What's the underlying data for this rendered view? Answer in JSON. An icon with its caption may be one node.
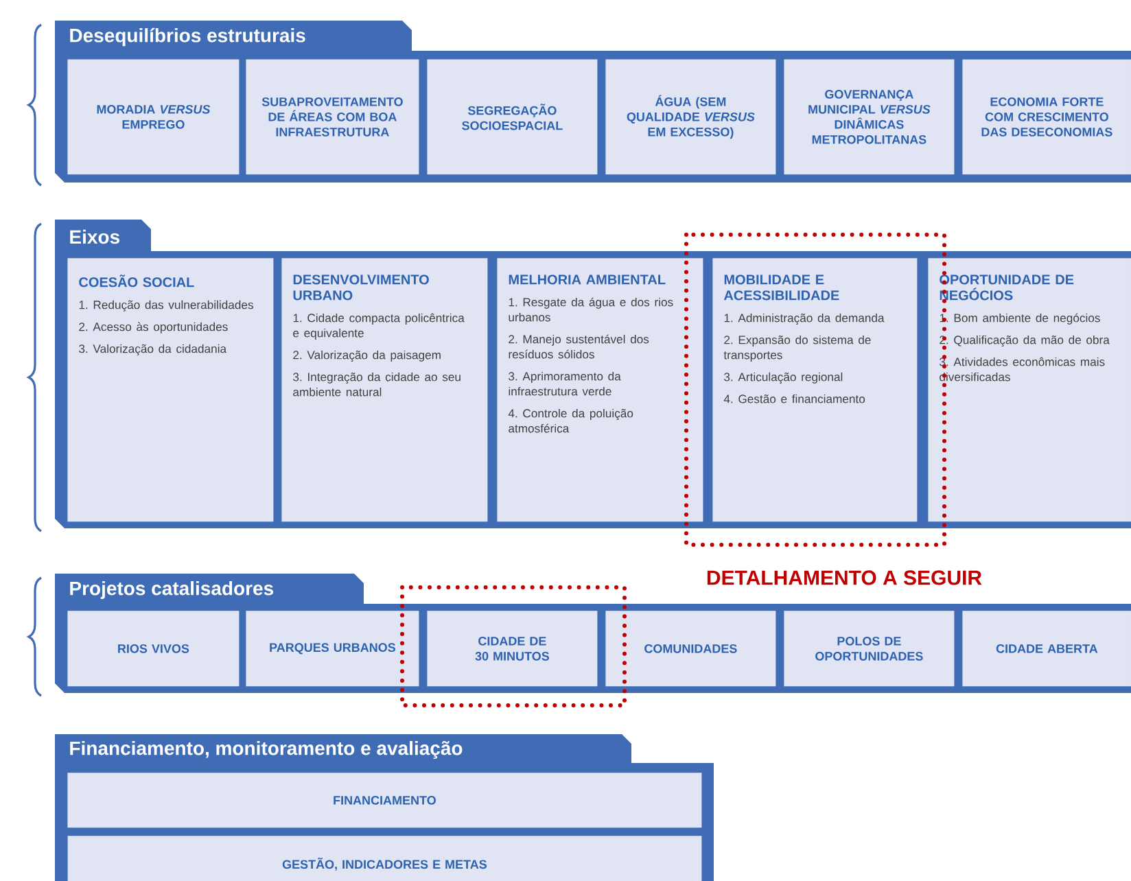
{
  "diagram": {
    "nodes": [
      {
        "text": [
          "Desequilíbrios estruturais"
        ]
      },
      {
        "text": [
          "MORADIA *VERSUS* EMPREGO"
        ],
        "in": 0
      },
      {
        "text": [
          "SUBAPROVEITAMENTO DE ÁREAS COM BOA INFRAESTRUTURA"
        ],
        "in": 0
      },
      {
        "text": [
          "SEGREGAÇÃO SOCIOESPACIAL"
        ],
        "in": 0
      },
      {
        "text": [
          "ÁGUA (SEM QUALIDADE *VERSUS* EM EXCESSO)"
        ],
        "in": 0
      },
      {
        "text": [
          "GOVERNANÇA MUNICIPAL *VERSUS* DINÂMICAS METROPOLITANAS"
        ],
        "in": 0
      },
      {
        "text": [
          "ECONOMIA FORTE COM CRESCIMENTO DAS DESECONOMIAS"
        ],
        "in": 0
      },
      {
        "text": [
          "Eixos"
        ]
      },
      {
        "text": [
          "COESÃO SOCIAL",
          "1. Redução das vulnerabilidades",
          "2. Acesso às oportunidades",
          "3. Valorização da cidadania"
        ],
        "in": 7
      },
      {
        "text": [
          "DESENVOLVIMENTO URBANO",
          "1. Cidade compacta policêntrica e equivalente",
          "2. Valorização da paisagem",
          "3. Integração da cidade ao seu ambiente natural"
        ],
        "in": 7
      },
      {
        "text": [
          "MELHORIA AMBIENTAL",
          "1. Resgate da água e dos rios urbanos",
          "2. Manejo sustentável dos resíduos sólidos",
          "3. Aprimoramento da infraestrutura verde",
          "4. Controle da poluição atmosférica"
        ],
        "in": 7
      },
      {
        "text": [
          "MOBILIDADE E ACESSIBILIDADE",
          "1. Administração da demanda",
          "2. Expansão do sistema de transportes",
          "3. Articulação regional",
          "4. Gestão e financiamento"
        ],
        "in": 7
      },
      {
        "text": [
          "OPORTUNIDADE DE NEGÓCIOS",
          "1. Bom ambiente de negócios",
          "2. Qualificação da mão de obra",
          "3. Atividades econômicas mais diversificadas"
        ],
        "in": 7
      },
      {
        "text": [
          "Projetos catalisadores"
        ]
      },
      {
        "text": [
          "RIOS VIVOS"
        ],
        "in": 13
      },
      {
        "text": [
          "PARQUES URBANOS"
        ],
        "in": 13
      },
      {
        "text": [
          "CIDADE DE 30 MINUTOS"
        ],
        "in": 13
      },
      {
        "text": [
          "COMUNIDADES"
        ],
        "in": 13
      },
      {
        "text": [
          "POLOS DE OPORTUNIDADES"
        ],
        "in": 13
      },
      {
        "text": [
          "CIDADE ABERTA"
        ],
        "in": 13
      },
      {
        "text": [
          "Financiamento, monitoramento e avaliação"
        ]
      },
      {
        "text": [
          "FINANCIAMENTO"
        ],
        "in": 20
      },
      {
        "text": [
          "GESTÃO, INDICADORES E METAS"
        ],
        "in": 20
      }
    ],
    "labels": [
      "DETALHAMENTO A SEGUIR"
    ]
  }
}
